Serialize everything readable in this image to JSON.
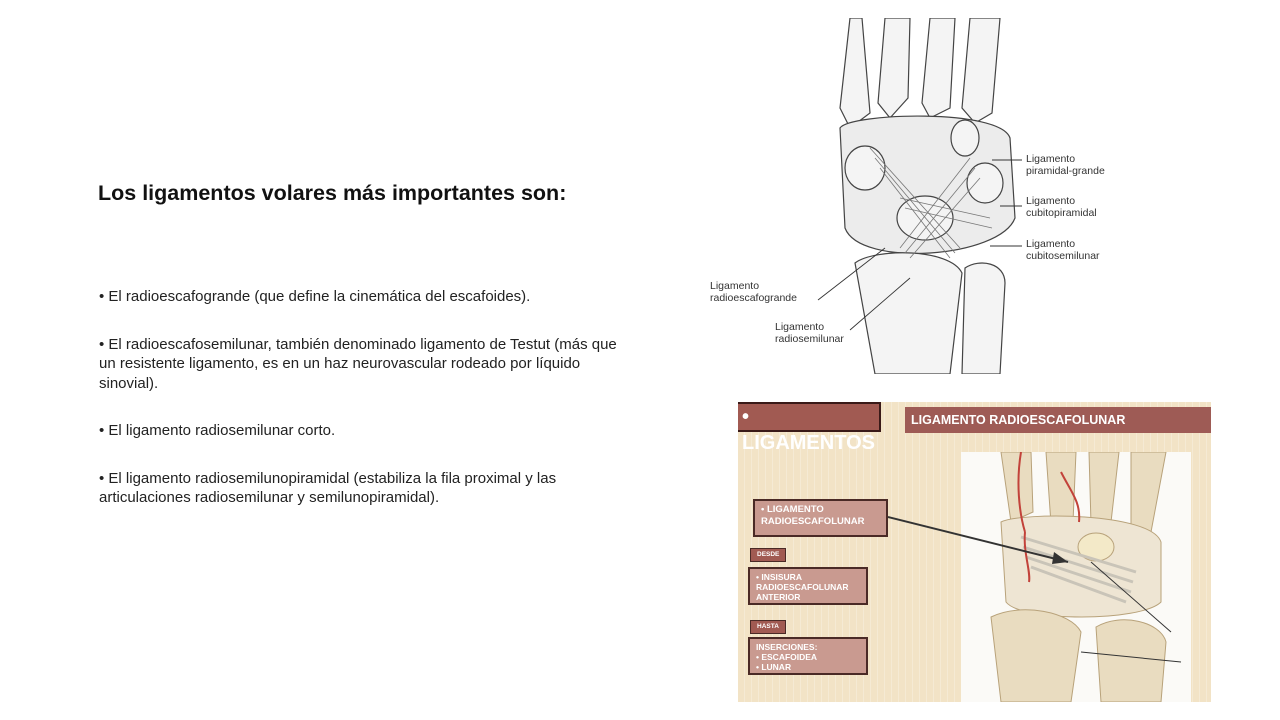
{
  "slide": {
    "title": "Los ligamentos volares más importantes son:",
    "bullets": [
      "• El radioescafogrande (que define la cinemática del escafoides).",
      "• El radioescafosemilunar, también denominado ligamento de Testut (más que un resistente ligamento, es en un haz neurovascular rodeado por líquido sinovial).",
      "• El ligamento radiosemilunar corto.",
      "• El ligamento radiosemilunopiramidal (estabiliza la fila proximal y las articulaciones radiosemilunar y semilunopiramidal)."
    ]
  },
  "figure_top": {
    "labels": {
      "piramidal_grande": [
        "Ligamento",
        "piramidal-grande"
      ],
      "cubitopiramidal": [
        "Ligamento",
        "cubitopiramidal"
      ],
      "cubitosemilunar": [
        "Ligamento",
        "cubitosemilunar"
      ],
      "radioescafogrande": [
        "Ligamento",
        "radioescafogrande"
      ],
      "radiosemilunar": [
        "Ligamento",
        "radiosemilunar"
      ]
    }
  },
  "figure_bottom": {
    "badge": "• LIGAMENTOS",
    "header": "LIGAMENTO RADIOESCAFOLUNAR",
    "main_box": [
      "• LIGAMENTO",
      "RADIOESCAFOLUNAR"
    ],
    "desde_tag": "DESDE",
    "desde_box": [
      "• INSISURA",
      "RADIOESCAFOLUNAR",
      "ANTERIOR"
    ],
    "hasta_tag": "HASTA",
    "hasta_box": [
      "INSERCIONES:",
      "• ESCAFOIDEA",
      "• LUNAR"
    ],
    "colors": {
      "brand": "#a15a52",
      "background": "#f2e3c6",
      "box": "#c99a90"
    }
  }
}
